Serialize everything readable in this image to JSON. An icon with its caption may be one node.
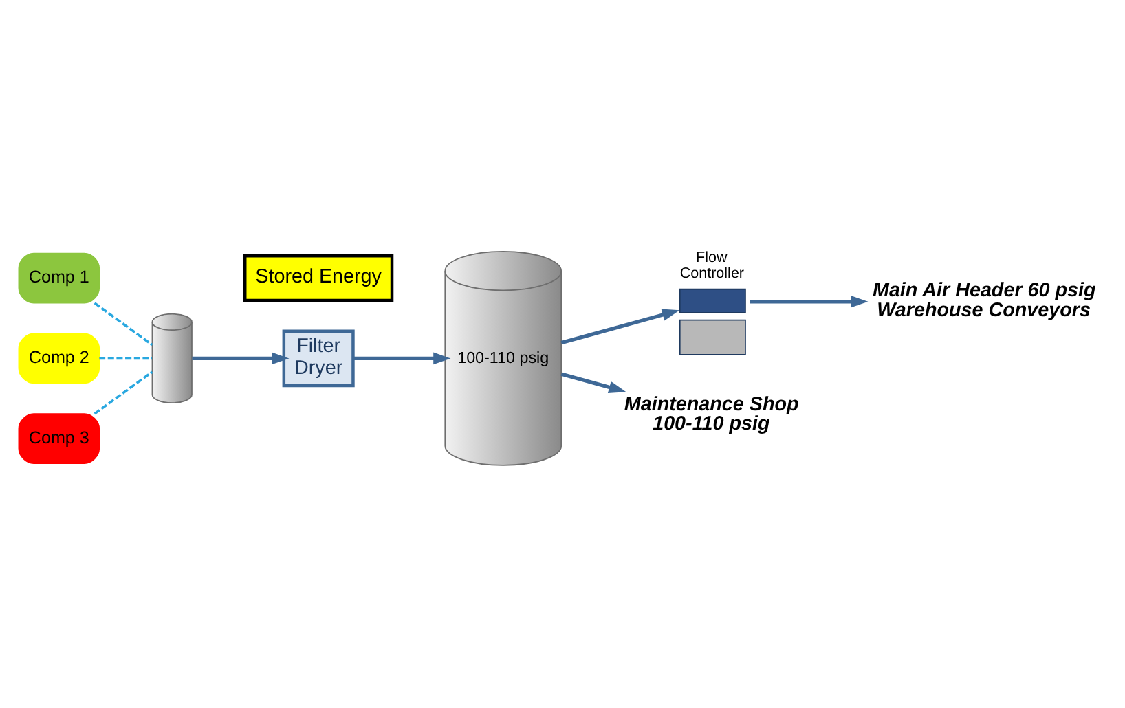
{
  "diagram": {
    "nodes": [
      {
        "text": [
          "Comp 1"
        ]
      },
      {
        "text": [
          "Comp 2"
        ]
      },
      {
        "text": [
          "Comp 3"
        ]
      },
      {
        "text": [],
        "shape": "cylinder"
      },
      {
        "text": [
          "Filter Dryer"
        ]
      },
      {
        "text": [
          "100-110 psig"
        ]
      },
      {
        "text": [
          "Flow Controller"
        ]
      },
      {
        "text": [
          "Main Air Header 60 psig Warehouse Conveyors"
        ]
      },
      {
        "text": [
          "Maintenance Shop 100-110 psig"
        ]
      },
      {
        "text": [
          "Stored Energy"
        ]
      }
    ],
    "edges": [
      {
        "from": 0,
        "to": 3,
        "arrow": "none",
        "style": "dashed",
        "color": "#29a8e0"
      },
      {
        "from": 1,
        "to": 3,
        "arrow": "none",
        "style": "dashed",
        "color": "#29a8e0"
      },
      {
        "from": 2,
        "to": 3,
        "arrow": "none",
        "style": "dashed",
        "color": "#29a8e0"
      },
      {
        "from": 3,
        "to": 4,
        "arrow": "to"
      },
      {
        "from": 4,
        "to": 5,
        "arrow": "to"
      },
      {
        "from": 5,
        "to": 6,
        "arrow": "to"
      },
      {
        "from": 6,
        "to": 7,
        "arrow": "to"
      },
      {
        "from": 5,
        "to": 8,
        "arrow": "to"
      }
    ]
  }
}
